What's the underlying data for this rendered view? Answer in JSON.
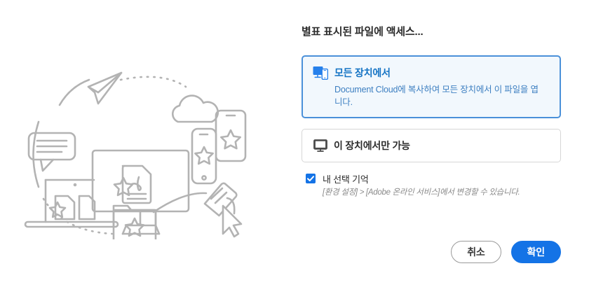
{
  "dialog": {
    "title": "별표 표시된 파일에 액세스..."
  },
  "options": [
    {
      "id": "all-devices",
      "icon": "monitor-phone-icon",
      "title": "모든 장치에서",
      "description": "Document Cloud에 복사하여 모든 장치에서 이 파일을 엽니다.",
      "selected": true
    },
    {
      "id": "this-device",
      "icon": "monitor-icon",
      "title": "이 장치에서만 가능",
      "description": "",
      "selected": false
    }
  ],
  "remember": {
    "label": "내 선택 기억",
    "hint": "[환경 설정] > [Adobe 온라인 서비스]에서 변경할 수 있습니다.",
    "checked": true
  },
  "buttons": {
    "cancel": "취소",
    "confirm": "확인"
  },
  "illustration": {
    "name": "cloud-sync-devices-illustration",
    "elements": [
      "paper-airplane-icon",
      "speech-bubble-icon",
      "cloud-icon",
      "monitor-with-pdf-icon",
      "laptop-with-documents-icon",
      "tablet-with-star-icon",
      "phone-with-star-icon",
      "folder-with-star-icon",
      "document-with-cursor-icon",
      "circular-flow-arrows"
    ]
  },
  "colors": {
    "accent": "#1473e6",
    "selected_border": "#4a90d9",
    "selected_fill": "#f2f8fd",
    "selected_text": "#1473c4",
    "illustration_stroke": "#b3b3b3",
    "text_primary": "#2c2c2c",
    "text_muted": "#8a8a8a"
  }
}
